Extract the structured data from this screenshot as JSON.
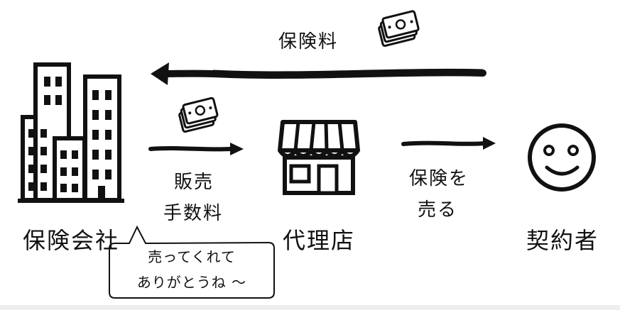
{
  "premium_label": "保険料",
  "insurer_label": "保険会社",
  "commission_label_line1": "販売",
  "commission_label_line2": "手数料",
  "agency_label": "代理店",
  "sell_label_line1": "保険を",
  "sell_label_line2": "売る",
  "customer_label": "契約者",
  "bubble_line1": "売ってくれて",
  "bubble_line2": "ありがとうね ～",
  "colors": {
    "ink": "#111111",
    "background": "#ffffff"
  },
  "icons": [
    "money-icon",
    "building-icon",
    "shop-icon",
    "smiley-icon",
    "arrow-icon"
  ]
}
